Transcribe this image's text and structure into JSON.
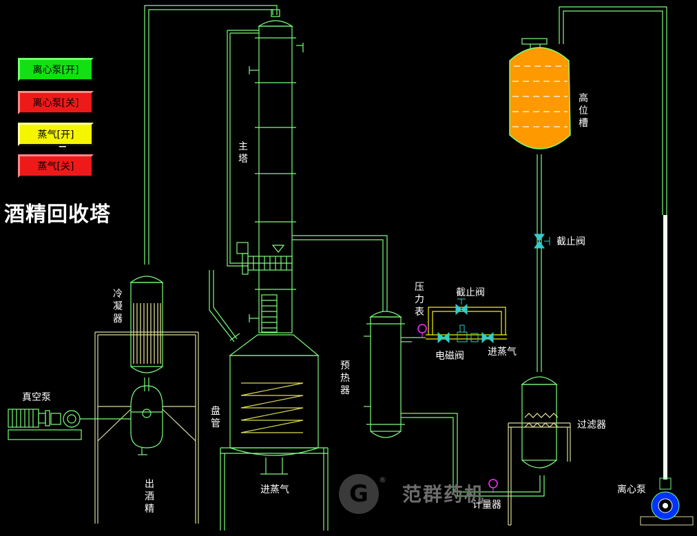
{
  "controls": {
    "pump_on": "离心泵[开]",
    "pump_off": "离心泵[关]",
    "steam_on": "蒸气[开]",
    "steam_off": "蒸气[关]"
  },
  "title": "酒精回收塔",
  "labels": {
    "main_tower": "主塔",
    "high_tank": "高位槽",
    "stop_valve_top": "截止阀",
    "condenser": "冷凝器",
    "vacuum_pump": "真空泵",
    "out_alcohol": "出酒精",
    "coil": "盘管",
    "steam_in_bottom": "进蒸气",
    "preheater": "预热器",
    "pressure_gauge": "压力表",
    "stop_valve_mid": "截止阀",
    "solenoid_valve": "电磁阀",
    "steam_in_right": "进蒸气",
    "filter": "过滤器",
    "meter": "计量器",
    "centrifugal_pump": "离心泵"
  },
  "watermark": {
    "brand": "范群药机",
    "logo_letter": "G",
    "reg_mark": "®"
  },
  "colors": {
    "pipe": "#7cff7c",
    "tank_fill": "#ff9900",
    "pump_blue": "#0033ff",
    "gauge": "#ff33ff",
    "steam_pipe": "#f5f500",
    "valve": "#33cccc"
  }
}
